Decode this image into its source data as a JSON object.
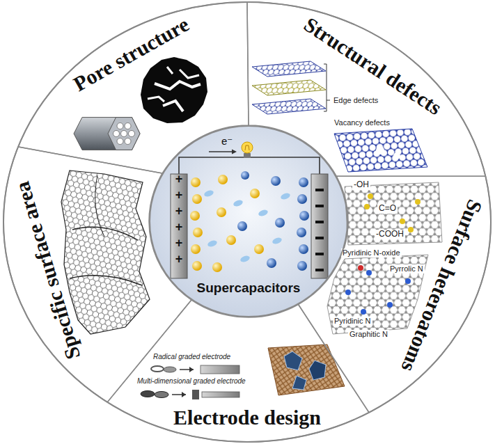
{
  "diagram": {
    "nodes": [
      {
        "text": [
          "Pore structure"
        ]
      },
      {
        "text": [
          "Structural defects",
          "Edge defects",
          "Vacancy defects"
        ]
      },
      {
        "text": [
          "Surface heteroatoms",
          "-OH",
          "C=O",
          "-COOH",
          "Pyridinic N-oxide",
          "Pyrrolic N",
          "Pyridinic N",
          "Graphitic N"
        ]
      },
      {
        "text": [
          "Electrode design",
          "Radical graded electrode",
          "Multi-dimensional graded electrode"
        ]
      },
      {
        "text": [
          "Specific surface area"
        ]
      },
      {
        "text": [
          "e⁻",
          "+",
          "+",
          "+",
          "+",
          "+",
          "+",
          "Supercapacitors"
        ]
      }
    ]
  }
}
